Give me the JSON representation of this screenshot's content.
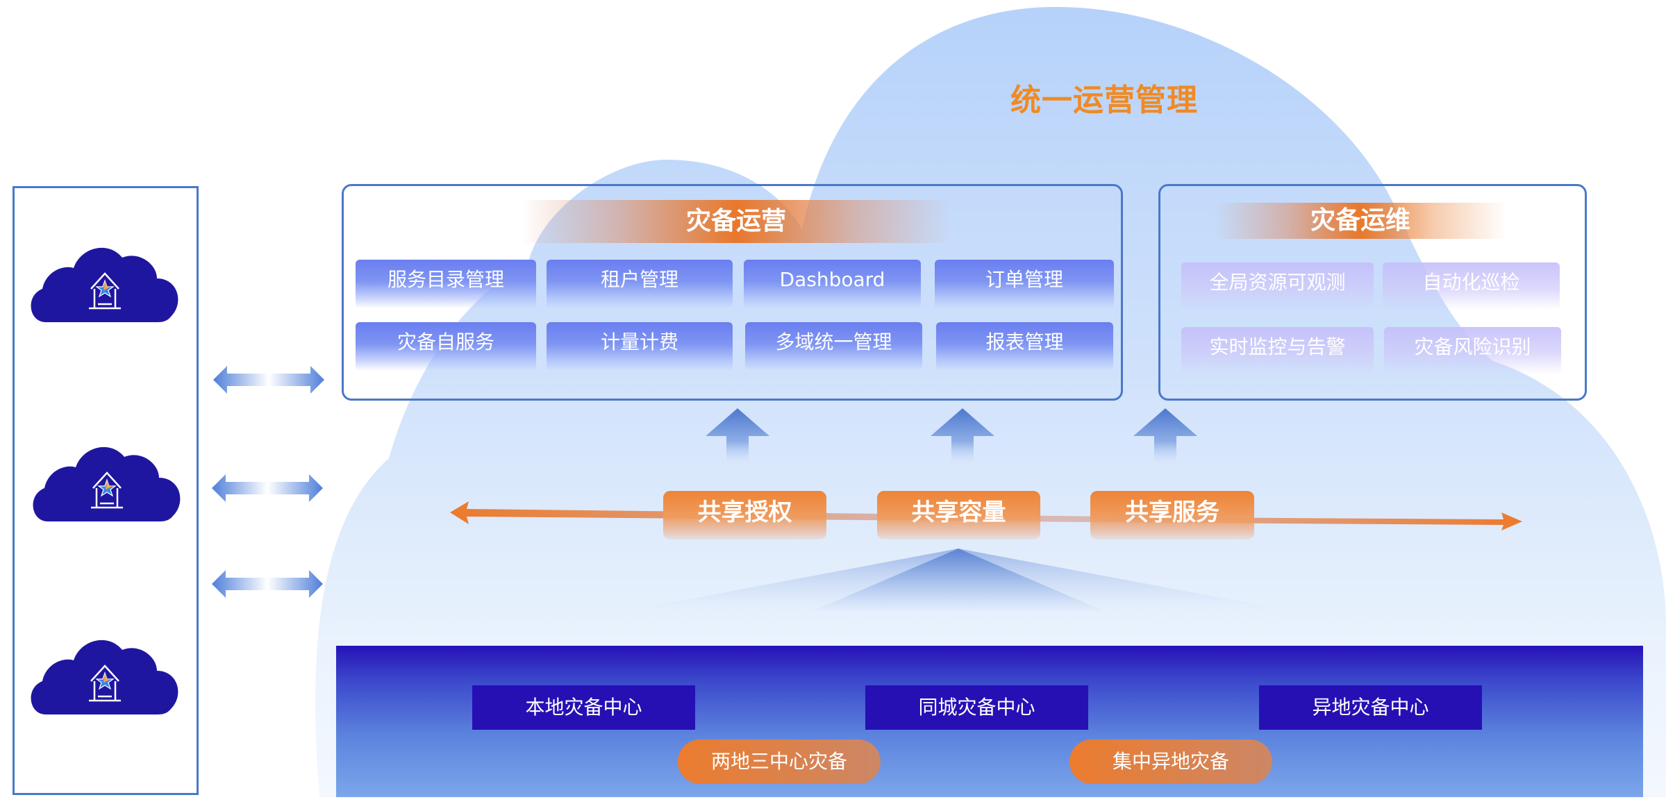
{
  "title": "统一运营管理",
  "left_panel": {
    "clouds": [
      {
        "icon": "cloud-home-star-icon"
      },
      {
        "icon": "cloud-home-star-icon"
      },
      {
        "icon": "cloud-home-star-icon"
      }
    ],
    "connectors": [
      "bidirectional-arrow-icon",
      "bidirectional-arrow-icon",
      "bidirectional-arrow-icon"
    ]
  },
  "operations": {
    "header": "灾备运营",
    "items": [
      "服务目录管理",
      "租户管理",
      "Dashboard",
      "订单管理",
      "灾备自服务",
      "计量计费",
      "多域统一管理",
      "报表管理"
    ]
  },
  "maintenance": {
    "header": "灾备运维",
    "items": [
      "全局资源可观测",
      "自动化巡检",
      "实时监控与告警",
      "灾备风险识别"
    ]
  },
  "shared": {
    "items": [
      "共享授权",
      "共享容量",
      "共享服务"
    ]
  },
  "infrastructure": {
    "centers": [
      "本地灾备中心",
      "同城灾备中心",
      "异地灾备中心"
    ],
    "modes": [
      "两地三中心灾备",
      "集中异地灾备"
    ]
  },
  "colors": {
    "accent_orange": "#e8782c",
    "title_orange": "#f08a24",
    "deep_blue": "#2610b4",
    "border_blue": "#4a78c8",
    "cloud_light_blue": "#b8d4fa"
  }
}
